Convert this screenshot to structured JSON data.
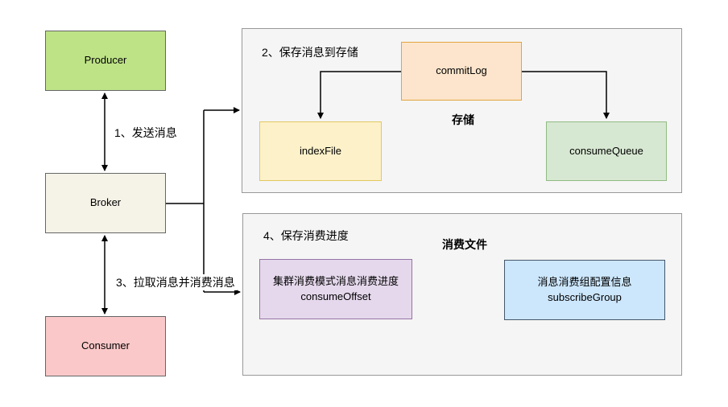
{
  "diagram": {
    "nodes": {
      "producer": {
        "label": "Producer"
      },
      "broker": {
        "label": "Broker"
      },
      "consumer": {
        "label": "Consumer"
      },
      "commitlog": {
        "label": "commitLog"
      },
      "indexfile": {
        "label": "indexFile"
      },
      "consumequeue": {
        "label": "consumeQueue"
      },
      "consumeoffset": {
        "line1": "集群消费模式消息消费进度",
        "line2": "consumeOffset"
      },
      "subscribegroup": {
        "line1": "消息消费组配置信息",
        "line2": "subscribeGroup"
      }
    },
    "labels": {
      "step1": "1、发送消息",
      "step2": "2、保存消息到存储",
      "step3": "3、拉取消息并消费消息",
      "step4": "4、保存消费进度",
      "storage_group": "存储",
      "consume_files_group": "消费文件"
    },
    "colors": {
      "producer_fill": "#bee387",
      "broker_fill": "#f5f2e7",
      "consumer_fill": "#fac8c8",
      "node_border_gray": "#666666",
      "container_fill": "#f5f5f5",
      "container_border": "#999999",
      "commitlog_fill": "#fce5cc",
      "commitlog_border": "#e2a53e",
      "indexfile_fill": "#fdf1c9",
      "indexfile_border": "#e2c960",
      "consumequeue_fill": "#d7e8d2",
      "consumequeue_border": "#8fbc83",
      "consumeoffset_fill": "#e5d8ec",
      "consumeoffset_border": "#9673a6",
      "subscribegroup_fill": "#cce6fb",
      "subscribegroup_border": "#44576b",
      "arrow": "#000000",
      "background": "#ffffff"
    }
  }
}
